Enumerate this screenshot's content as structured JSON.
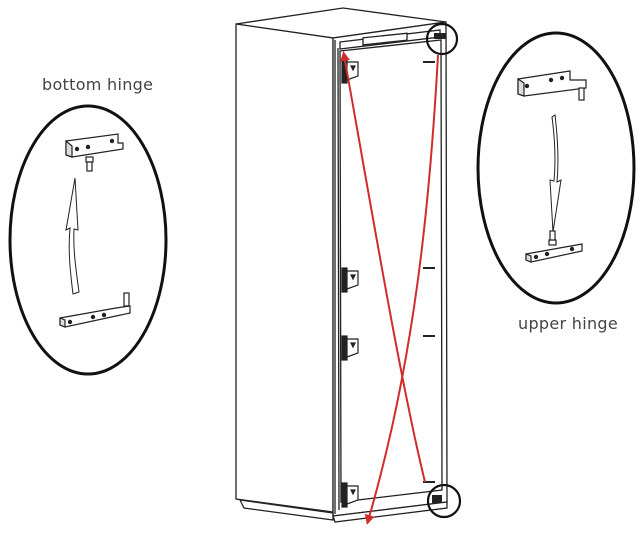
{
  "labels": {
    "bottom_hinge": "bottom hinge",
    "upper_hinge": "upper hinge"
  },
  "colors": {
    "line": "#111111",
    "arrow_red": "#d12c2c",
    "label_text": "#444444",
    "background": "#ffffff"
  },
  "callouts": [
    {
      "id": "bottom-hinge-detail",
      "label_ref": "labels.bottom_hinge",
      "arrow_direction": "up"
    },
    {
      "id": "upper-hinge-detail",
      "label_ref": "labels.upper_hinge",
      "arrow_direction": "down"
    }
  ],
  "fridge": {
    "door_hinges_visible": 4,
    "highlighted_hinge_circles": [
      "top-right",
      "bottom-right"
    ],
    "red_swap_arrows": 2
  }
}
